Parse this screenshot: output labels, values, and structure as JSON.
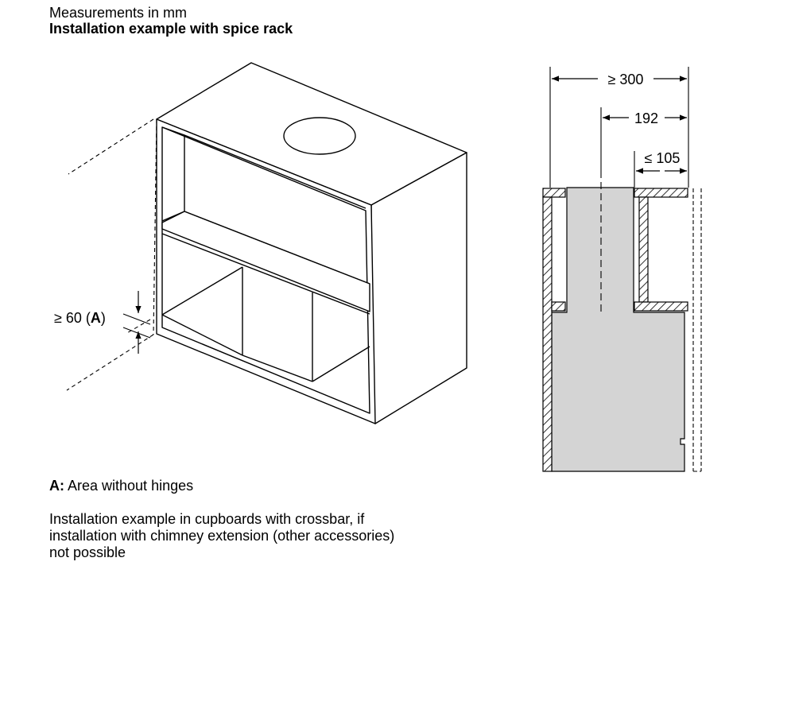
{
  "header": {
    "units": "Measurements in mm",
    "title": "Installation example with spice rack"
  },
  "dimensions": {
    "min_depth": "≥ 300",
    "center_offset": "192",
    "max_gap": "≤ 105",
    "hinge_gap_prefix": "≥ 60 (",
    "hinge_gap_key": "A",
    "hinge_gap_suffix": ")"
  },
  "legend": {
    "key": "A:",
    "text": " Area without hinges"
  },
  "note": "Installation example in cupboards with crossbar, if\ninstallation with chimney extension (other accessories)\nnot possible"
}
